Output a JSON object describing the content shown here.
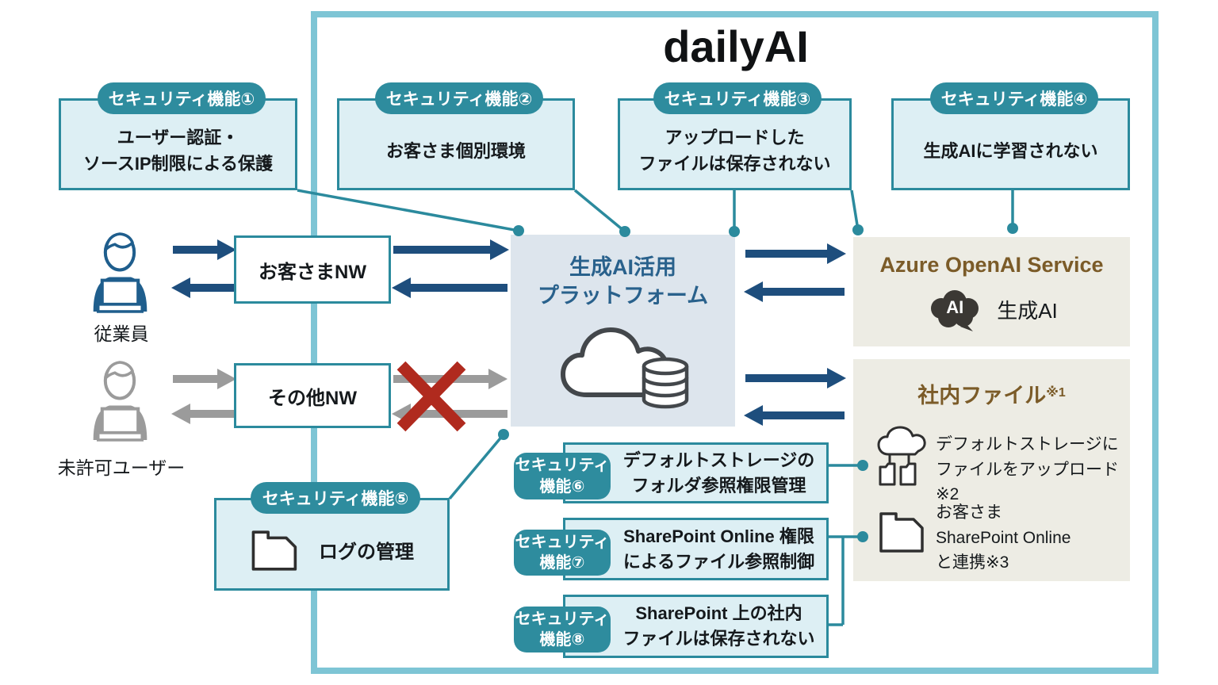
{
  "title": "dailyAI",
  "actors": {
    "employee": {
      "label": "従業員"
    },
    "unauthorized": {
      "label": "未許可ユーザー"
    }
  },
  "networks": {
    "customer": {
      "label": "お客さまNW"
    },
    "other": {
      "label": "その他NW"
    }
  },
  "callouts": {
    "f1": {
      "pill": "セキュリティ機能①",
      "lines": [
        "ユーザー認証・",
        "ソースIP制限による保護"
      ]
    },
    "f2": {
      "pill": "セキュリティ機能②",
      "lines": [
        "お客さま個別環境"
      ]
    },
    "f3": {
      "pill": "セキュリティ機能③",
      "lines": [
        "アップロードした",
        "ファイルは保存されない"
      ]
    },
    "f4": {
      "pill": "セキュリティ機能④",
      "lines": [
        "生成AIに学習されない"
      ]
    },
    "f5": {
      "pill": "セキュリティ機能⑤",
      "text": "ログの管理"
    }
  },
  "features": [
    {
      "pill_lines": [
        "セキュリティ",
        "機能⑥"
      ],
      "lines": [
        "デフォルトストレージの",
        "フォルダ参照権限管理"
      ]
    },
    {
      "pill_lines": [
        "セキュリティ",
        "機能⑦"
      ],
      "lines": [
        "SharePoint Online 権限",
        "によるファイル参照制御"
      ]
    },
    {
      "pill_lines": [
        "セキュリティ",
        "機能⑧"
      ],
      "lines": [
        "SharePoint 上の社内",
        "ファイルは保存されない"
      ]
    }
  ],
  "platform": {
    "title_lines": [
      "生成AI活用",
      "プラットフォーム"
    ]
  },
  "azure": {
    "title": "Azure OpenAI Service",
    "ai_badge": "AI",
    "genai_label": "生成AI"
  },
  "internal_files": {
    "title": "社内ファイル",
    "note": "※1",
    "rows": [
      {
        "lines": [
          "デフォルトストレージに",
          "ファイルをアップロード※2"
        ]
      },
      {
        "lines": [
          "お客さま",
          "SharePoint Online",
          "と連携※3"
        ]
      }
    ]
  },
  "colors": {
    "frame_teal": "#7ec5d5",
    "teal": "#2b8a9d",
    "callout_bg": "#ddeff4",
    "navy_arrow": "#1e4e7d",
    "gray_arrow": "#9b9b9b",
    "red_cross": "#b02a1e",
    "platform_bg": "#dde5ed",
    "platform_text": "#29618c",
    "beige_bg": "#edece4",
    "brown_text": "#7b5b28"
  }
}
